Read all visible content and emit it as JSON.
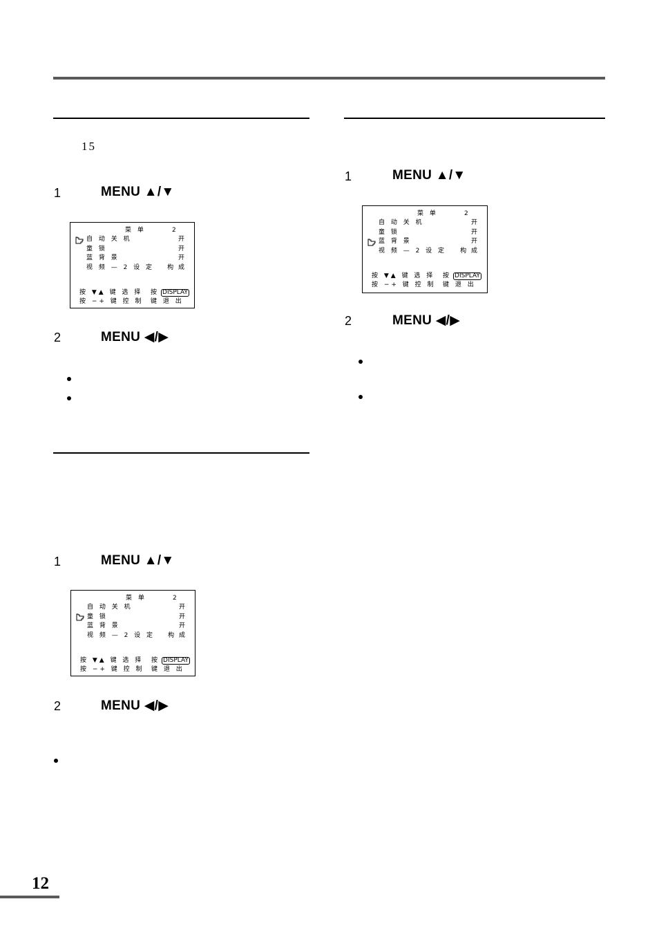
{
  "page_number": "12",
  "left_column": {
    "section1": {
      "intro": "15",
      "step1": {
        "num": "1",
        "key": "MENU ▲/▼"
      },
      "step2": {
        "num": "2",
        "key": "MENU ◀/▶"
      },
      "osd": {
        "title": "菜 单",
        "page": "2",
        "selected_row": "自动关机"
      }
    },
    "section2": {
      "step1": {
        "num": "1",
        "key": "MENU ▲/▼"
      },
      "step2": {
        "num": "2",
        "key": "MENU ◀/▶"
      },
      "osd": {
        "title": "菜 单",
        "page": "2",
        "selected_row": "童锁"
      }
    }
  },
  "right_column": {
    "section1": {
      "step1": {
        "num": "1",
        "key": "MENU ▲/▼"
      },
      "step2": {
        "num": "2",
        "key": "MENU ◀/▶"
      },
      "osd": {
        "title": "菜 单",
        "page": "2",
        "selected_row": "蓝背景"
      }
    }
  },
  "osd_common": {
    "rows": [
      {
        "label": "自 动 关 机",
        "value": "开"
      },
      {
        "label": "童 锁",
        "value": "开"
      },
      {
        "label": "蓝 背 景",
        "value": "开"
      },
      {
        "label": "视 频 — 2 设 定",
        "value": "构 成"
      }
    ],
    "footer_left_1": "按 ▼▲ 键 选 择",
    "footer_left_2": "按 −+ 键 控 制",
    "footer_right_1_prefix": "按",
    "footer_right_1_button": "DISPLAY",
    "footer_right_2": "键 退 出"
  },
  "icons": {
    "pointer": "pointing-hand-icon"
  }
}
